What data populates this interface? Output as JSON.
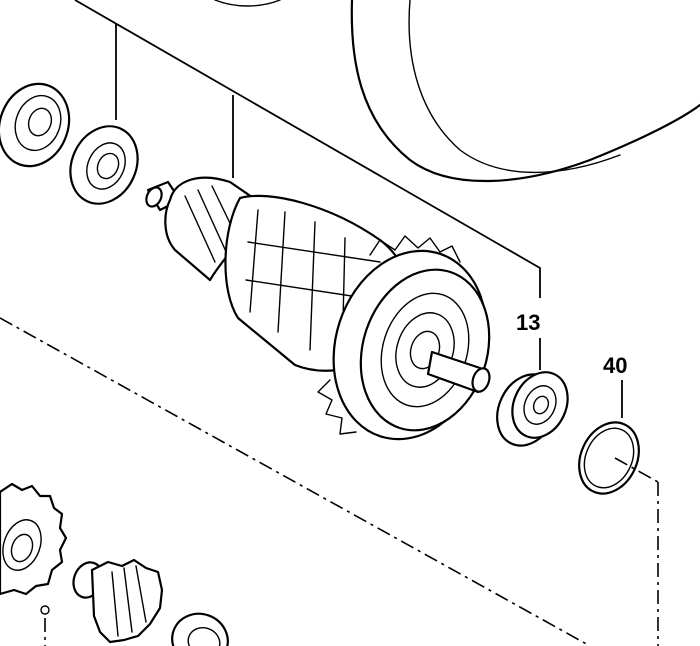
{
  "diagram": {
    "callouts": [
      {
        "id": "part-13",
        "label": "13"
      },
      {
        "id": "part-40",
        "label": "40"
      }
    ],
    "colors": {
      "ink": "#000000",
      "background": "#ffffff"
    }
  }
}
